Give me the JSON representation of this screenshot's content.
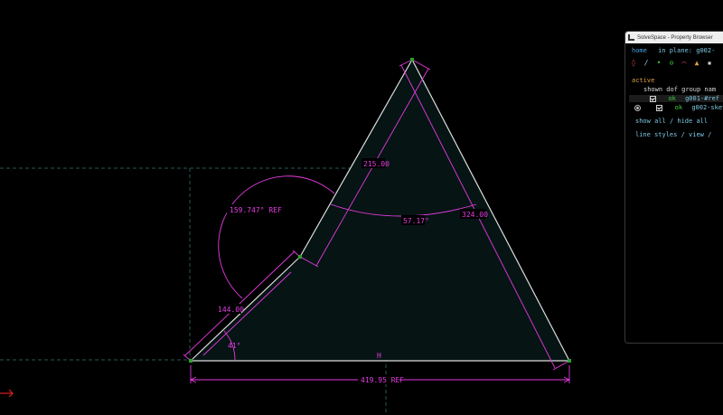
{
  "window": {
    "title": "SolveSpace - Property Browser"
  },
  "browser": {
    "home": "home",
    "in_plane_label": "in plane:",
    "in_plane_value": "g002-",
    "active_label": "active",
    "columns": "shown dof group nam",
    "groups": [
      {
        "ok": "ok",
        "name": "g001-#ref"
      },
      {
        "ok": "ok",
        "name": "g002-sket"
      }
    ],
    "show_all": "show all",
    "sep1": "/",
    "hide_all": "hide all",
    "line_styles": "line styles",
    "sep2": "/",
    "view": "view /",
    "toolbar_icons": [
      "shaded-icon",
      "line-icon",
      "point-icon",
      "constraint-icon",
      "workplane-icon",
      "mesh-icon",
      "extra-icon"
    ]
  },
  "dimensions": {
    "angle_ref": "159.747° REF",
    "top_len": "215.00",
    "right_len": "324.00",
    "angle_mid": "57.17°",
    "left_len": "144.00",
    "bottom_angle": "41°",
    "horiz_label": "H",
    "base_ref": "419.95 REF"
  },
  "colors": {
    "dimension": "#e53be0",
    "edge": "#dcdcdc",
    "point": "#2fa12f",
    "fill": "#061414",
    "workplane": "#2a4a4a"
  }
}
